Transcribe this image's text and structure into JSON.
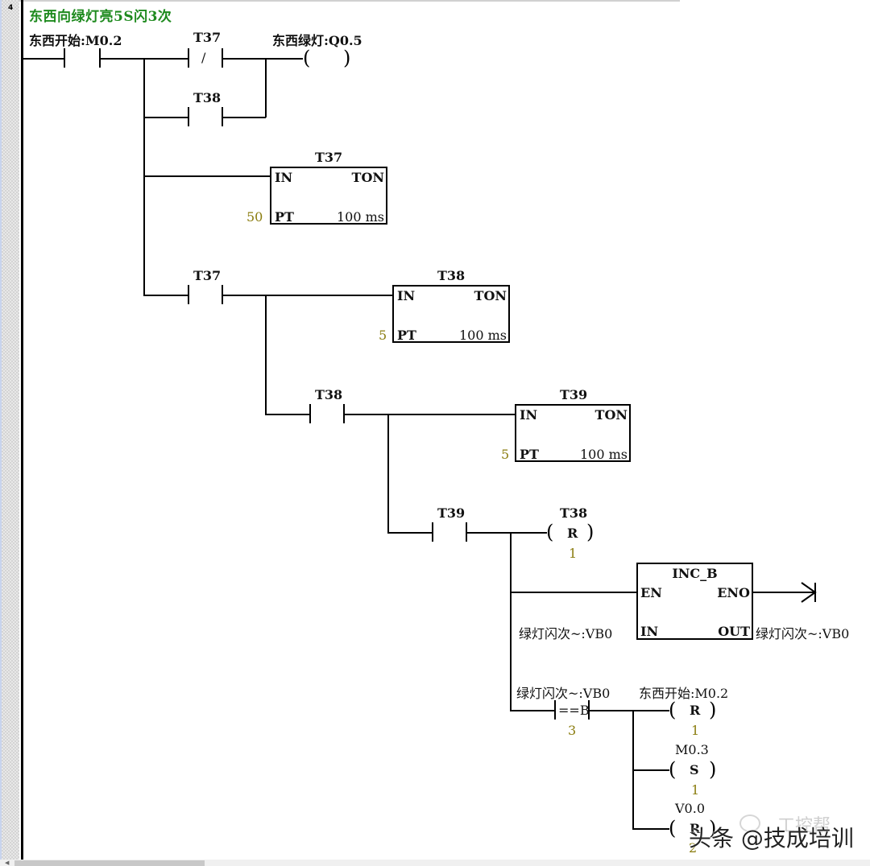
{
  "network": {
    "number": "4",
    "title": "东西向绿灯亮5S闪3次"
  },
  "rung1": {
    "contact_start": "东西开始:M0.2",
    "contact_t37_nc": "T37",
    "nc_symbol": "/",
    "contact_t38": "T38",
    "coil_output": "东西绿灯:Q0.5"
  },
  "timers": [
    {
      "name": "T37",
      "type": "TON",
      "in": "IN",
      "pt_label": "PT",
      "pt_value": "50",
      "base": "100 ms"
    },
    {
      "name": "T38",
      "type": "TON",
      "in": "IN",
      "pt_label": "PT",
      "pt_value": "5",
      "base": "100 ms"
    },
    {
      "name": "T39",
      "type": "TON",
      "in": "IN",
      "pt_label": "PT",
      "pt_value": "5",
      "base": "100 ms"
    }
  ],
  "contacts": {
    "t37": "T37",
    "t38": "T38",
    "t39": "T39"
  },
  "reset_t38": {
    "operand": "T38",
    "op": "R",
    "count": "1"
  },
  "inc_b": {
    "name": "INC_B",
    "en": "EN",
    "eno": "ENO",
    "in": "IN",
    "out": "OUT",
    "in_operand": "绿灯闪次~:VB0",
    "out_operand": "绿灯闪次~:VB0"
  },
  "compare": {
    "operand1": "绿灯闪次~:VB0",
    "op": "==B",
    "operand2": "3"
  },
  "coils": [
    {
      "operand": "东西开始:M0.2",
      "op": "R",
      "count": "1"
    },
    {
      "operand": "M0.3",
      "op": "S",
      "count": "1"
    },
    {
      "operand": "V0.0",
      "op": "R",
      "count": "2"
    }
  ],
  "watermark": {
    "main": "头条 @技成培训",
    "sub": "工控帮"
  }
}
